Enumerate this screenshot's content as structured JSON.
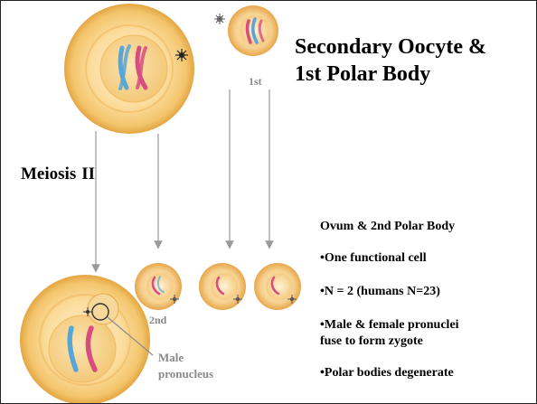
{
  "title": {
    "line1": "Secondary Oocyte &",
    "line2": "1st Polar Body"
  },
  "meiosis_label": {
    "word": "Meiosis",
    "numeral": "II"
  },
  "labels": {
    "first": "1st",
    "second": "2nd",
    "male_line1": "Male",
    "male_line2": "pronucleus"
  },
  "notes": {
    "heading": "Ovum & 2nd Polar Body",
    "bullets": [
      "•One functional cell",
      "•N = 2 (humans N=23)",
      "•Male & female pronuclei",
      "fuse to form zygote",
      "•Polar bodies degenerate"
    ]
  },
  "colors": {
    "cell_outer": "#f6cf7e",
    "cell_inner": "#f2c468",
    "chromosome_blue": "#56a6d9",
    "chromosome_red": "#d64d7e",
    "arrow": "#9a9a9a",
    "label_gray": "#8a8a8a"
  }
}
